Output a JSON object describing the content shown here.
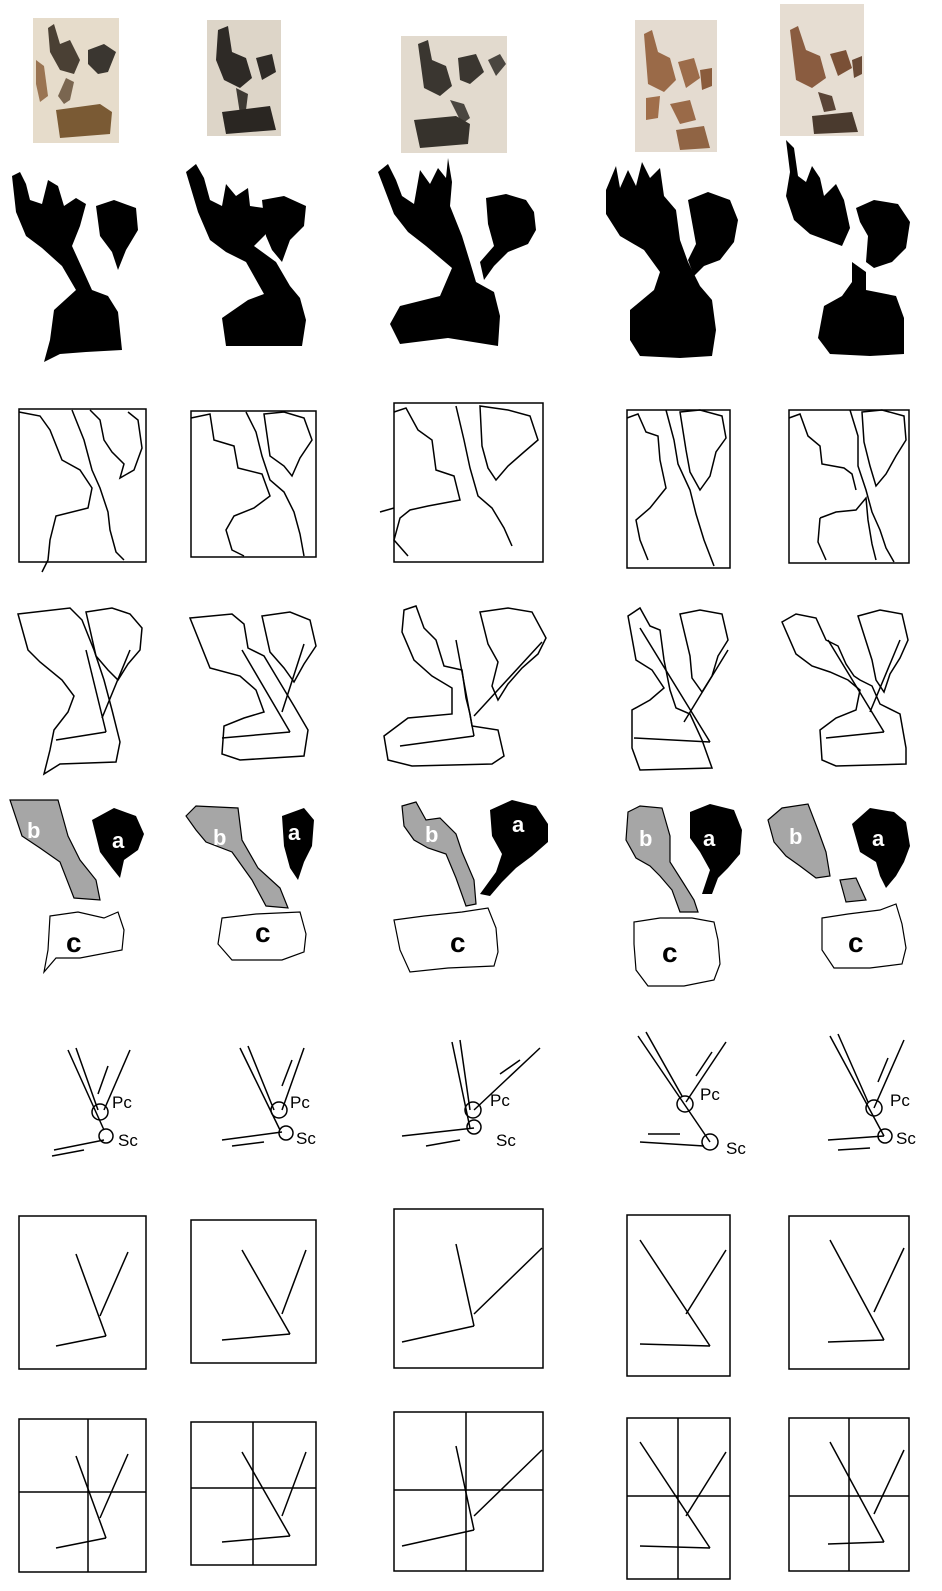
{
  "figure": {
    "columns": [
      {
        "id": "col1",
        "region_labels": [
          "b",
          "a",
          "c"
        ],
        "point_labels": [
          "Pc",
          "Sc"
        ]
      },
      {
        "id": "col2",
        "region_labels": [
          "b",
          "a",
          "c"
        ],
        "point_labels": [
          "Pc",
          "Sc"
        ]
      },
      {
        "id": "col3",
        "region_labels": [
          "b",
          "a",
          "c"
        ],
        "point_labels": [
          "Pc",
          "Sc"
        ]
      },
      {
        "id": "col4",
        "region_labels": [
          "b",
          "a",
          "c"
        ],
        "point_labels": [
          "Pc",
          "Sc"
        ]
      },
      {
        "id": "col5",
        "region_labels": [
          "b",
          "a",
          "c"
        ],
        "point_labels": [
          "Pc",
          "Sc"
        ]
      }
    ]
  }
}
